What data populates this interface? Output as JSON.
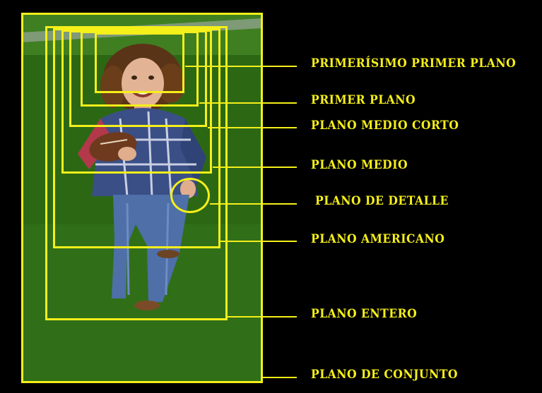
{
  "colors": {
    "background": "#000000",
    "accent": "#f5ef1a",
    "grass": "#2d6a15"
  },
  "labels": {
    "ppp": "PRIMERÍSIMO PRIMER PLANO",
    "pp": "PRIMER PLANO",
    "pmc": "PLANO MEDIO CORTO",
    "pm": "PLANO MEDIO",
    "pd": "PLANO DE DETALLE",
    "pa": "PLANO AMERICANO",
    "pe": "PLANO ENTERO",
    "pc": "PLANO DE CONJUNTO"
  }
}
